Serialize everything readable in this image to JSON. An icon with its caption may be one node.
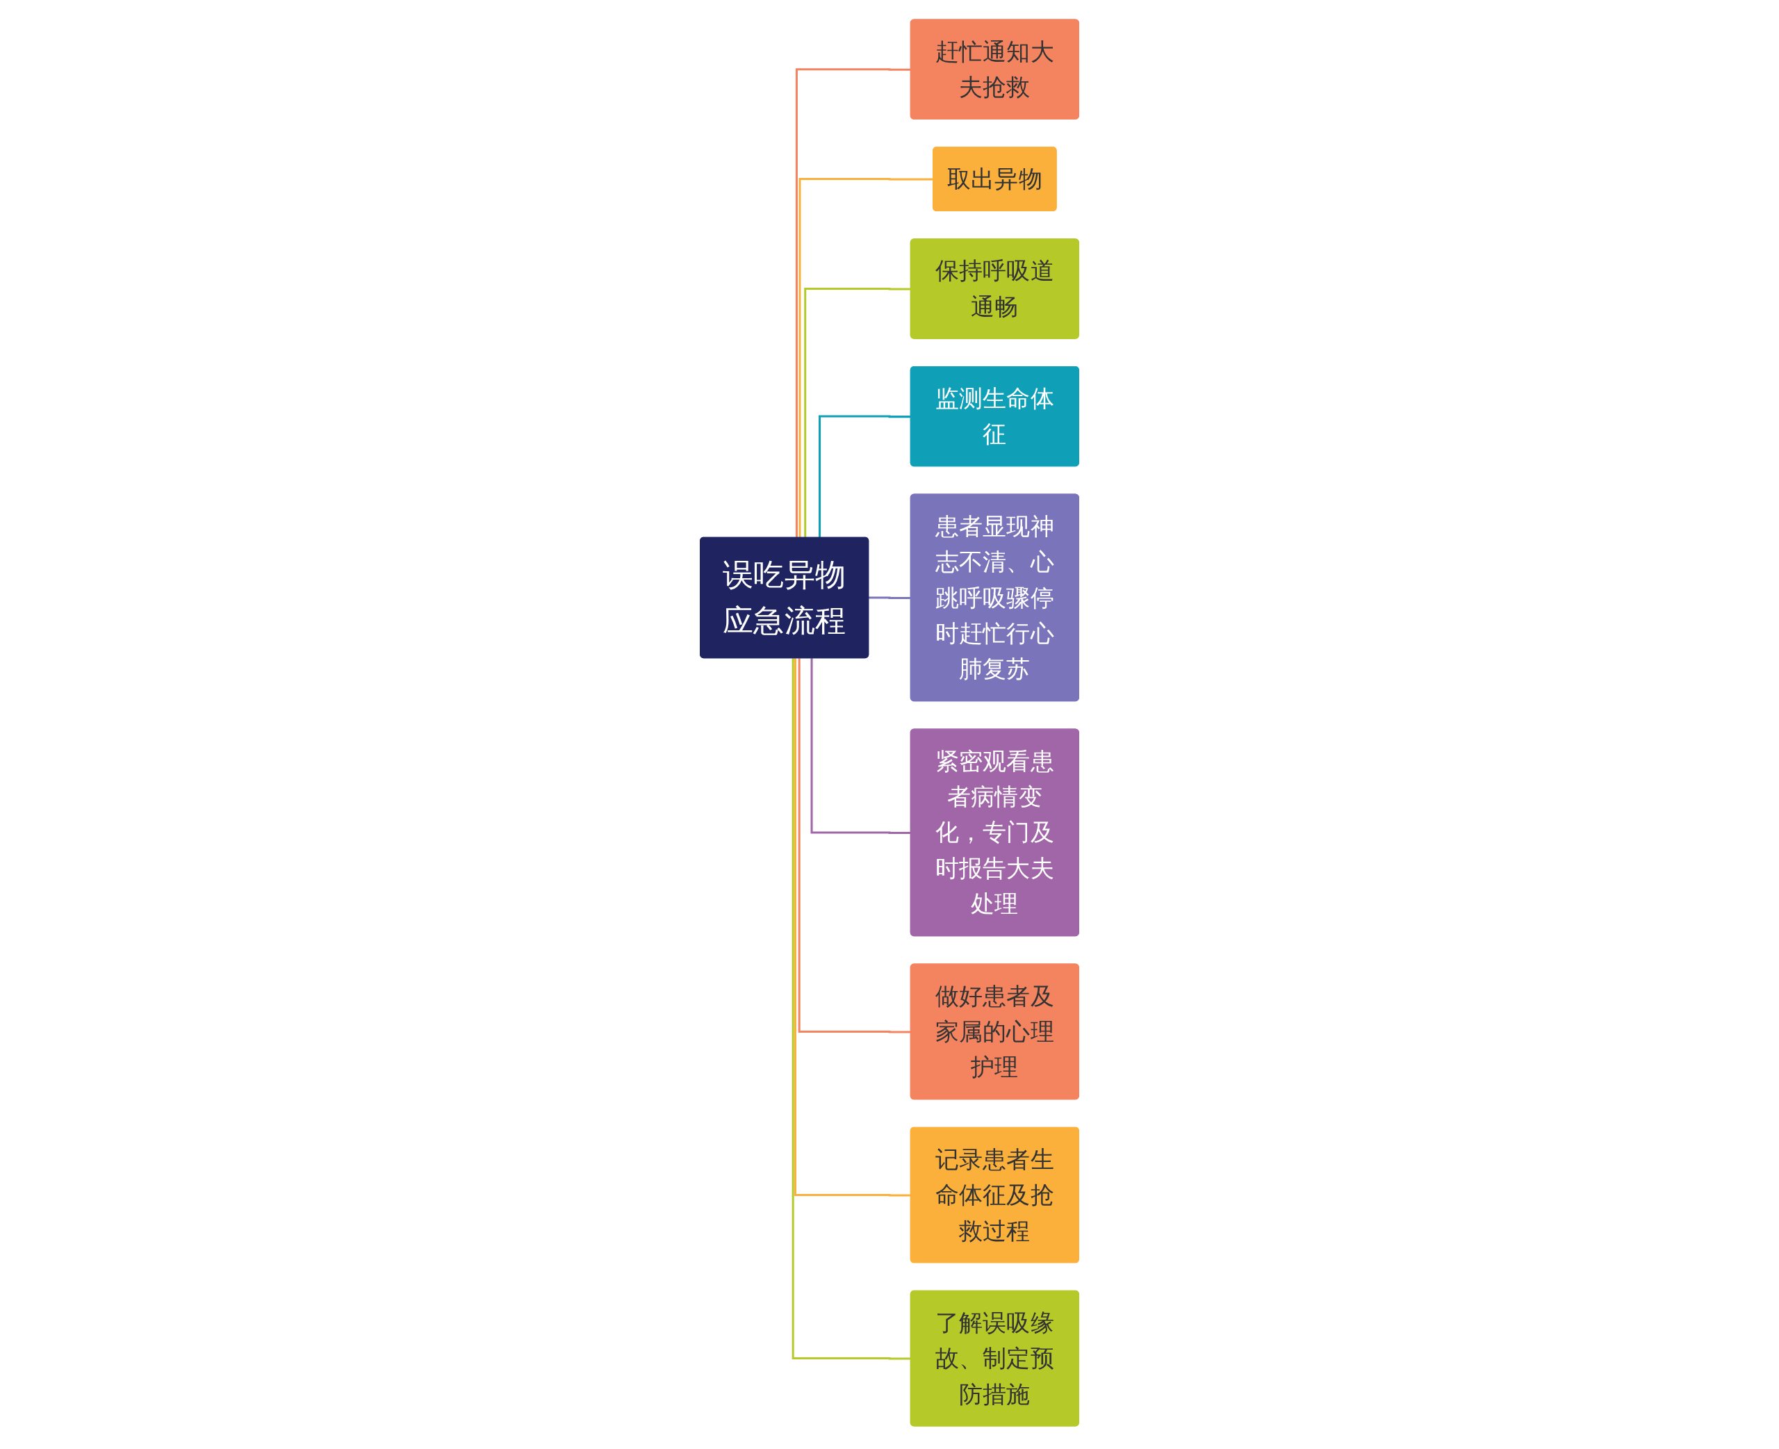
{
  "diagram": {
    "nodes": [
      {
        "text": [
          "误吃异物应急流程"
        ]
      },
      {
        "text": [
          "赶忙通知大夫抢救"
        ]
      },
      {
        "text": [
          "取出异物"
        ]
      },
      {
        "text": [
          "保持呼吸道通畅"
        ]
      },
      {
        "text": [
          "监测生命体征"
        ]
      },
      {
        "text": [
          "患者显现神志不清、心跳呼吸骤停时赶忙行心肺复苏"
        ]
      },
      {
        "text": [
          "紧密观看患者病情变化，专门及时报告大夫处理"
        ]
      },
      {
        "text": [
          "做好患者及家属的心理护理"
        ]
      },
      {
        "text": [
          "记录患者生命体征及抢救过程"
        ]
      },
      {
        "text": [
          "了解误吸缘故、制定预防措施"
        ]
      }
    ],
    "edges": [
      {
        "from": 0,
        "to": 1,
        "arrow": "none",
        "color": "#f4845f"
      },
      {
        "from": 0,
        "to": 2,
        "arrow": "none",
        "color": "#fbb03b"
      },
      {
        "from": 0,
        "to": 3,
        "arrow": "none",
        "color": "#b5c928"
      },
      {
        "from": 0,
        "to": 4,
        "arrow": "none",
        "color": "#0fa0b8"
      },
      {
        "from": 0,
        "to": 5,
        "arrow": "none",
        "color": "#7a74bb"
      },
      {
        "from": 0,
        "to": 6,
        "arrow": "none",
        "color": "#a066a8"
      },
      {
        "from": 0,
        "to": 7,
        "arrow": "none",
        "color": "#f4845f"
      },
      {
        "from": 0,
        "to": 8,
        "arrow": "none",
        "color": "#fbb03b"
      },
      {
        "from": 0,
        "to": 9,
        "arrow": "none",
        "color": "#b5c928"
      }
    ]
  }
}
